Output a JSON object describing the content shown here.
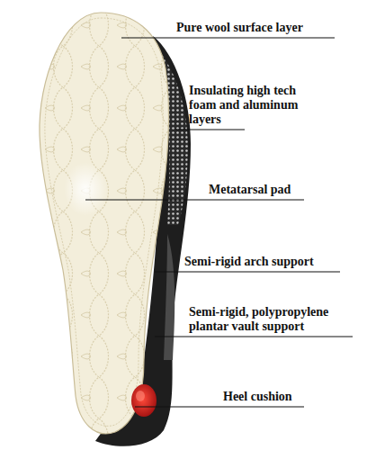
{
  "diagram": {
    "labels": [
      "Pure wool surface layer",
      "Insulating high tech foam and aluminum layers",
      "Metatarsal pad",
      "Semi-rigid arch support",
      "Semi-rigid, polypropylene plantar vault support",
      "Heel cushion"
    ]
  }
}
